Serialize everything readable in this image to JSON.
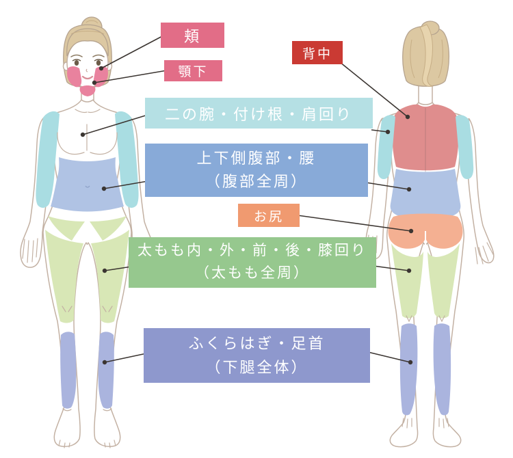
{
  "labels": {
    "cheek": {
      "text": "頬",
      "bg": "#e26d87"
    },
    "under_chin": {
      "text": "顎下",
      "bg": "#e26d87"
    },
    "back": {
      "text": "背中",
      "bg": "#ca3a33"
    },
    "upper_arm": {
      "text": "二の腕・付け根・肩回り",
      "bg": "#b5e0e4"
    },
    "abdomen": {
      "line1": "上下側腹部・腰",
      "line2": "（腹部全周）",
      "bg": "#88aad8"
    },
    "buttocks": {
      "text": "お尻",
      "bg": "#f09a70"
    },
    "thigh": {
      "line1": "太もも内・外・前・後・膝回り",
      "line2": "（太もも全周）",
      "bg": "#96c88e"
    },
    "lower_leg": {
      "line1": "ふくらはぎ・足首",
      "line2": "（下腿全体）",
      "bg": "#8e98cd"
    }
  },
  "region_colors": {
    "cheek_area": "#e9829e",
    "back_area": "#df8d8d",
    "arm_area": "#a9dde2",
    "abdomen_area": "#b0c3e4",
    "buttocks_area": "#f4b092",
    "thigh_area": "#d8e7b6",
    "calf_area": "#aab4de"
  },
  "connector": {
    "color": "#3b3531"
  }
}
